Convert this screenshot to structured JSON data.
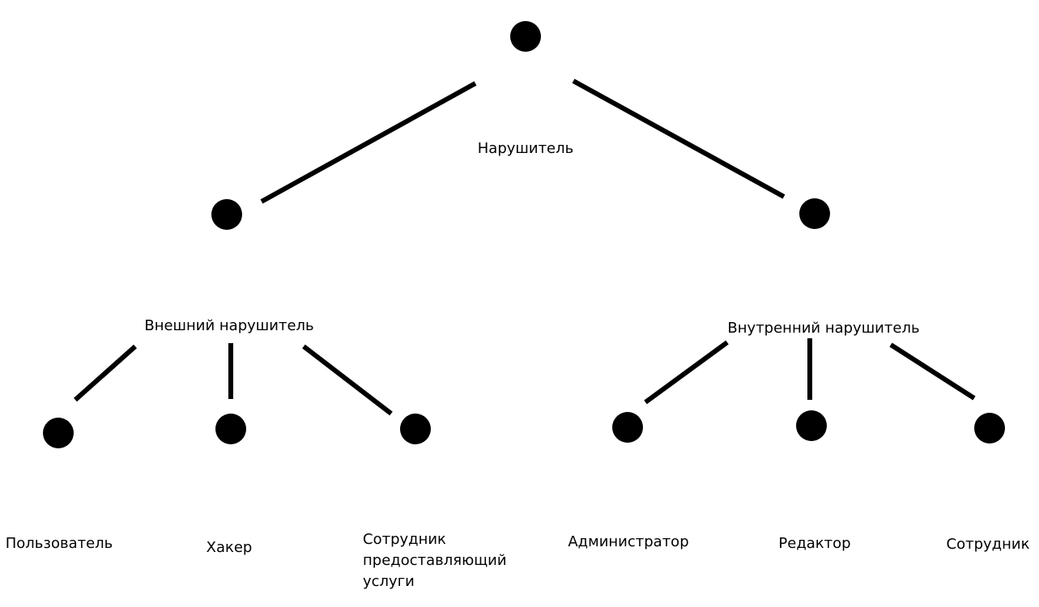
{
  "colors": {
    "stroke": "#000000",
    "background": "#ffffff"
  },
  "actors": {
    "root": {
      "label": "Нарушитель"
    },
    "external": {
      "label": "Внешний нарушитель"
    },
    "internal": {
      "label": "Внутренний нарушитель"
    },
    "user": {
      "label": "Пользователь"
    },
    "hacker": {
      "label": "Хакер"
    },
    "provider": {
      "label_lines": [
        "Сотрудник",
        "предоставляющий",
        "услуги"
      ]
    },
    "admin": {
      "label": "Администратор"
    },
    "editor": {
      "label": "Редактор"
    },
    "employee": {
      "label": "Сотрудник"
    }
  }
}
